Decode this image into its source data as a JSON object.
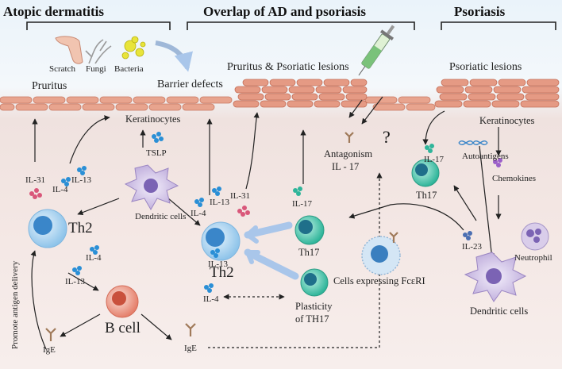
{
  "headers": {
    "atopic": "Atopic dermatitis",
    "overlap": "Overlap of AD and psoriasis",
    "psoriasis": "Psoriasis"
  },
  "triggers": {
    "scratch": "Scratch",
    "fungi": "Fungi",
    "bacteria": "Bacteria"
  },
  "labels": {
    "pruritus": "Pruritus",
    "barrier_defects": "Barrier defects",
    "pruritus_lesions": "Pruritus & Psoriatic lesions",
    "psoriatic_lesions": "Psoriatic lesions",
    "keratinocytes_left": "Keratinocytes",
    "keratinocytes_right": "Keratinocytes",
    "tslp": "TSLP",
    "dendritic_left": "Dendritic cells",
    "dendritic_right": "Dendritic cells",
    "th2_left": "Th2",
    "th2_center": "Th2",
    "th17_center": "Th17",
    "th17_right": "Th17",
    "b_cell": "B cell",
    "ige_left": "IgE",
    "ige_center": "IgE",
    "plasticity": "Plasticity",
    "of_th17": "of TH17",
    "fcer": "Cells expressing FcεRI",
    "antagonism": "Antagonism",
    "il17_sub": "IL - 17",
    "question": "?",
    "promote": "Promote antigen delivery",
    "autoantigens": "Autoantigens",
    "chemokines": "Chemokines",
    "neutrophil": "Neutrophil"
  },
  "cytokines": {
    "il31_left": "IL-31",
    "il4_left": "IL-4",
    "il13_left": "IL-13",
    "il4_b": "IL-4",
    "il13_b": "IL-13",
    "il4_center": "IL-4",
    "il13_center": "IL-13",
    "il31_center": "IL-31",
    "il17_center": "IL-17",
    "il13_th2": "IL-13",
    "il4_th2": "IL-4",
    "il17_right": "IL-17",
    "il23_right": "IL-23"
  },
  "colors": {
    "sky": "#eaf3fa",
    "dermis": "#f3e6e3",
    "skin_cell": "#e8a48e",
    "skin_edge": "#c97a64",
    "cytokine_blue": "#2a8fd6",
    "cytokine_pink": "#d9577a",
    "cytokine_teal": "#2fb59a",
    "th2_cell": "#8fc4ea",
    "th17_cell": "#3fbfa8",
    "b_cell": "#ea9a88",
    "dendritic": "#b9a6d8",
    "antibody": "#a07a5a",
    "arrow": "#222222",
    "plasticity_arrow": "#a9c6ea"
  },
  "icons": [
    "syringe-icon",
    "scratch-icon",
    "fungi-icon",
    "bacteria-icon",
    "dna-icon",
    "antibody-icon"
  ]
}
